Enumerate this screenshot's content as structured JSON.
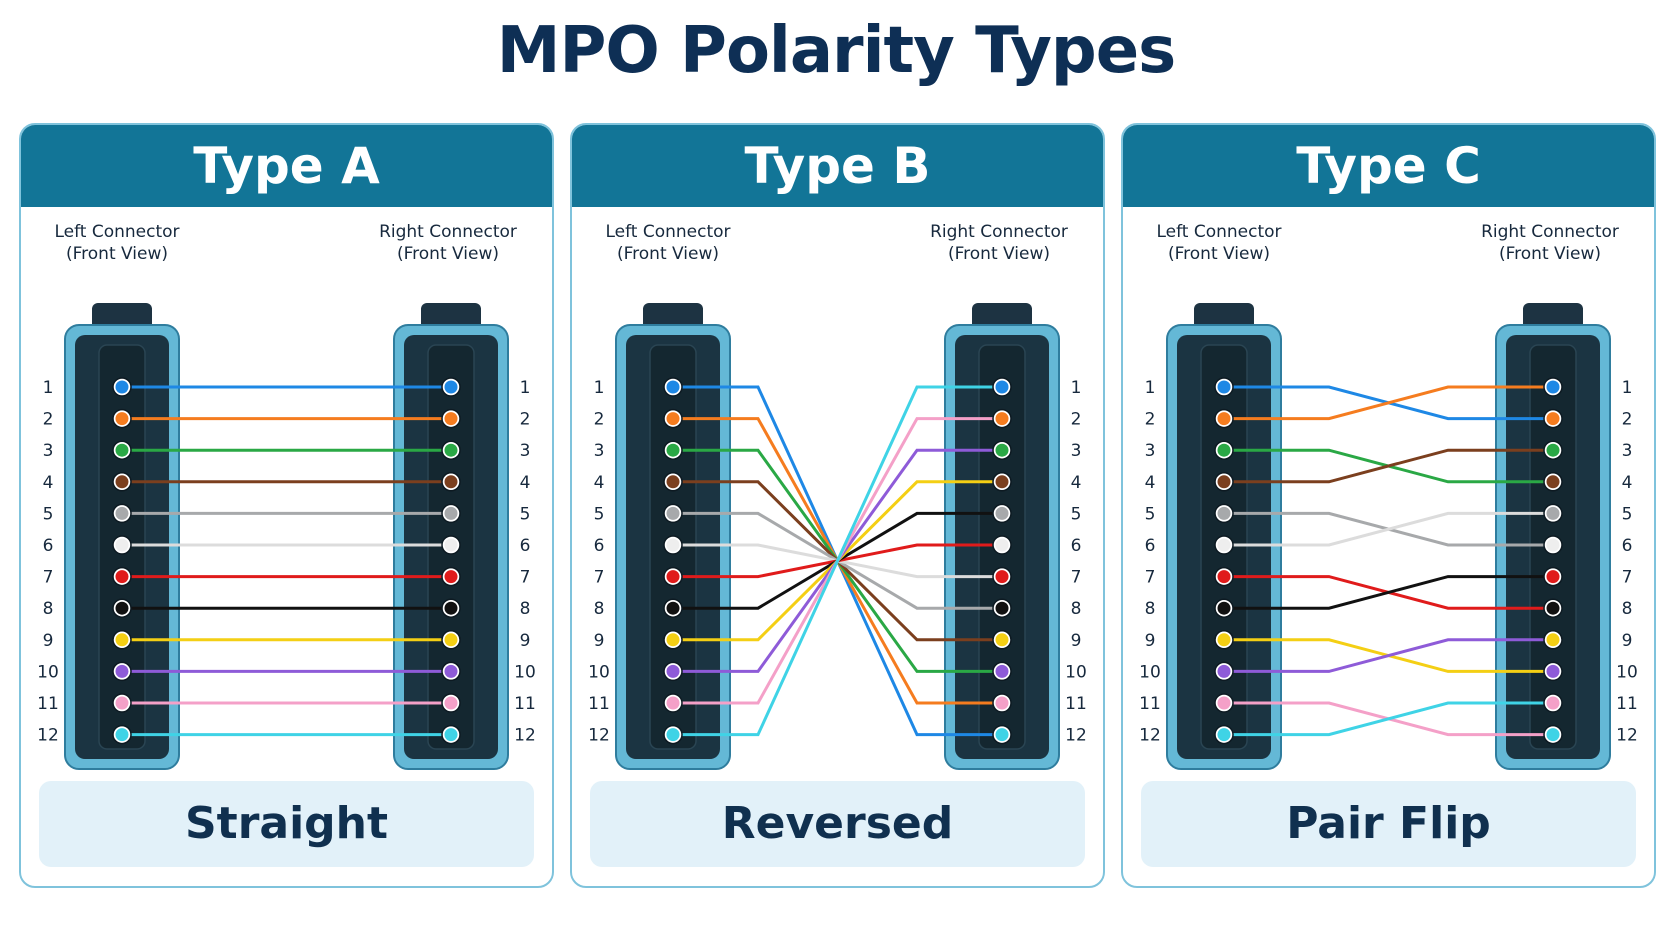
{
  "title": "MPO Polarity Types",
  "left_label": [
    "Left Connector",
    "(Front View)"
  ],
  "right_label": [
    "Right Connector",
    "(Front View)"
  ],
  "fiber_numbers": [
    "1",
    "2",
    "3",
    "4",
    "5",
    "6",
    "7",
    "8",
    "9",
    "10",
    "11",
    "12"
  ],
  "fiber_colors": [
    "#1e88e5",
    "#f57c1f",
    "#2aa845",
    "#7b3f1e",
    "#a7a9ab",
    "#eeeeee",
    "#e01b1b",
    "#111111",
    "#f4cf14",
    "#8e5bd8",
    "#f4a0c8",
    "#3fd3e6"
  ],
  "panels": [
    {
      "title": "Type A",
      "caption": "Straight",
      "mapping": [
        1,
        2,
        3,
        4,
        5,
        6,
        7,
        8,
        9,
        10,
        11,
        12
      ]
    },
    {
      "title": "Type B",
      "caption": "Reversed",
      "mapping": [
        12,
        11,
        10,
        9,
        8,
        7,
        6,
        5,
        4,
        3,
        2,
        1
      ]
    },
    {
      "title": "Type C",
      "caption": "Pair Flip",
      "mapping": [
        2,
        1,
        4,
        3,
        6,
        5,
        8,
        7,
        10,
        9,
        12,
        11
      ]
    }
  ]
}
